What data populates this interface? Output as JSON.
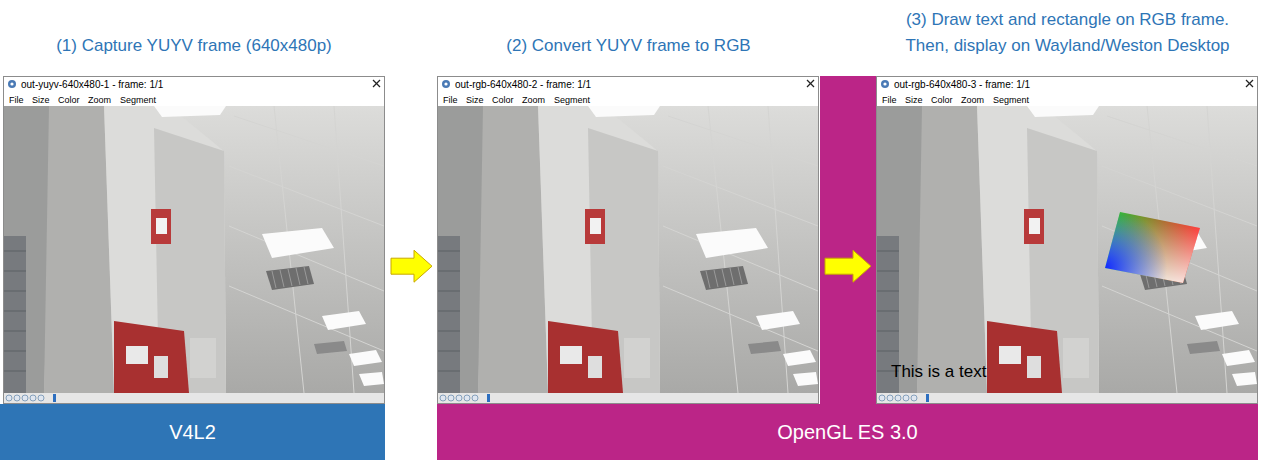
{
  "diagram": {
    "nodes": [
      {
        "text": [
          "(1) Capture YUYV frame (640x480p)",
          "out-yuyv-640x480-1 - frame: 1/1"
        ]
      },
      {
        "text": [
          "(2) Convert YUYV frame to RGB",
          "out-rgb-640x480-2 - frame: 1/1"
        ]
      },
      {
        "text": [
          "(3) Draw text and rectangle on RGB frame. Then, display on Wayland/Weston Desktop",
          "out-rgb-640x480-3 - frame: 1/1",
          "This is a text"
        ]
      },
      {
        "text": [
          "V4L2"
        ]
      },
      {
        "text": [
          "OpenGL ES 3.0"
        ]
      }
    ],
    "edges": [
      {
        "from": 0,
        "to": 1,
        "arrow": "to"
      },
      {
        "from": 1,
        "to": 2,
        "arrow": "to"
      }
    ],
    "labels": [
      "File",
      "Size",
      "Color",
      "Zoom",
      "Segment",
      "File",
      "Size",
      "Color",
      "Zoom",
      "Segment",
      "File",
      "Size",
      "Color",
      "Zoom",
      "Segment"
    ]
  }
}
